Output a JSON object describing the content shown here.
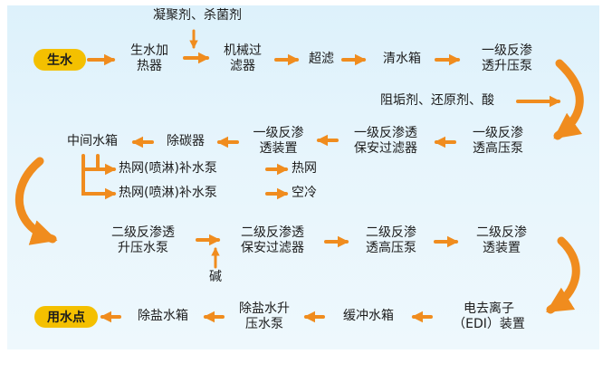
{
  "diagram": {
    "additives": {
      "flocculant": "凝聚剂、杀菌剂",
      "scale_inhibitor": "阻垢剂、还原剂、酸",
      "alkali": "碱"
    },
    "row1": {
      "raw_water": "生水",
      "raw_heater": [
        "生水加",
        "热器"
      ],
      "mech_filter": [
        "机械过",
        "滤器"
      ],
      "ultrafilter": "超滤",
      "clear_tank": "清水箱",
      "ro1_pump": [
        "一级反渗",
        "透升压泵"
      ]
    },
    "row2": {
      "ro1_hp_pump": [
        "一级反渗",
        "透高压泵"
      ],
      "ro1_filter": [
        "一级反渗透",
        "保安过滤器"
      ],
      "ro1_unit": [
        "一级反渗",
        "透装置"
      ],
      "decarbonizer": "除碳器",
      "mid_tank": "中间水箱"
    },
    "branches": {
      "pump_a": "热网(喷淋)补水泵",
      "dest_a": "热网",
      "pump_b": "热网(喷淋)补水泵",
      "dest_b": "空冷"
    },
    "row3": {
      "ro2_pump": [
        "二级反渗透",
        "升压水泵"
      ],
      "ro2_filter": [
        "二级反渗透",
        "保安过滤器"
      ],
      "ro2_hp_pump": [
        "二级反渗",
        "透高压泵"
      ],
      "ro2_unit": [
        "二级反渗",
        "透装置"
      ]
    },
    "row4": {
      "edi": [
        "电去离子",
        "（EDI）装置"
      ],
      "buffer_tank": "缓冲水箱",
      "demin_pump": [
        "除盐水升",
        "压水泵"
      ],
      "demin_tank": "除盐水箱",
      "use_point": "用水点"
    },
    "colors": {
      "arrow": "#f08c1e",
      "pill": "#f4c000",
      "background": "#e3f3fb"
    }
  }
}
